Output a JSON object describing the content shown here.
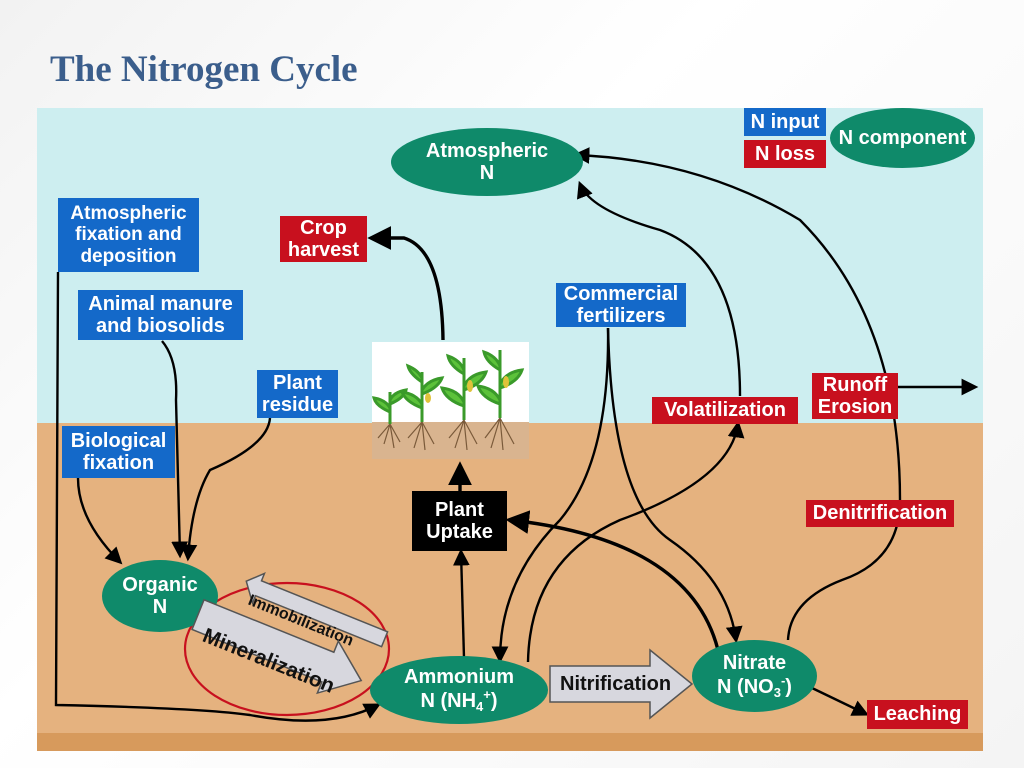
{
  "title": "The Nitrogen Cycle",
  "legend": {
    "input": "N input",
    "loss": "N loss",
    "component": "N component"
  },
  "colors": {
    "input": "#1469c9",
    "loss": "#c8101e",
    "component": "#0f8a6a",
    "sky": "#cdeef0",
    "soil": "#e5b27f",
    "process": "#000000"
  },
  "components": {
    "atmospheric": "Atmospheric\nN",
    "organic": "Organic\nN",
    "ammonium_main": "Ammonium\nN (NH",
    "ammonium_sub": "4",
    "ammonium_sup": "+",
    "ammonium_close": ")",
    "nitrate_main": "Nitrate\nN (NO",
    "nitrate_sub": "3",
    "nitrate_sup": "-",
    "nitrate_close": ")"
  },
  "inputs": {
    "atmospheric_fixation": "Atmospheric\nfixation and\ndeposition",
    "animal_manure": "Animal manure\nand biosolids",
    "plant_residue": "Plant\nresidue",
    "biological_fixation": "Biological\nfixation",
    "commercial_fertilizers": "Commercial\nfertilizers"
  },
  "losses": {
    "crop_harvest": "Crop\nharvest",
    "volatilization": "Volatilization",
    "runoff_erosion": "Runoff\nErosion",
    "denitrification": "Denitrification",
    "leaching": "Leaching"
  },
  "processes": {
    "plant_uptake": "Plant\nUptake",
    "immobilization": "Immobilization",
    "mineralization": "Mineralization",
    "nitrification": "Nitrification"
  },
  "icons": {
    "plants": "corn-plants-illustration"
  }
}
